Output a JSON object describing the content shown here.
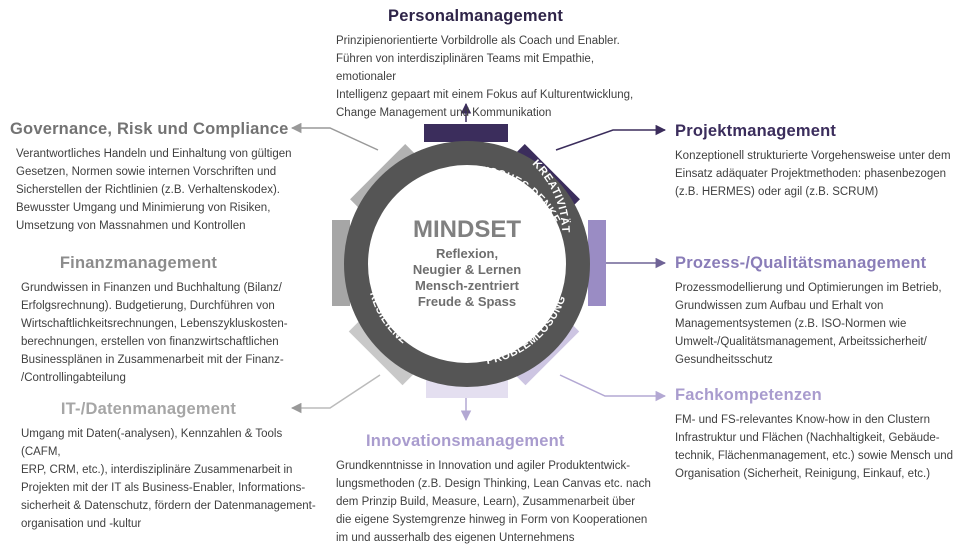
{
  "center": {
    "title": "MINDSET",
    "lines": [
      "Reflexion,",
      "Neugier & Lernen",
      "Mensch-zentriert",
      "Freude & Spass"
    ]
  },
  "ring_labels": {
    "top": "KRITISCHES UND ANALYTISCHES DENKEN",
    "right_top": "KREATIVITÄT",
    "right_bottom": "PROBLEMLÖSUNG",
    "left_bottom": "RESILIENZ"
  },
  "colors": {
    "dark_purple": "#3b2d5c",
    "medium_purple": "#9a8cc4",
    "light_purple": "#cdc5e2",
    "grey": "#a6a6a6",
    "ring": "#555555"
  },
  "sections": {
    "personal": {
      "title": "Personalmanagement",
      "text": "Prinzipienorientierte Vorbildrolle als Coach und Enabler.\nFühren von interdisziplinären Teams mit Empathie, emotionaler\nIntelligenz gepaart mit einem Fokus auf Kulturentwicklung,\nChange Management und Kommunikation"
    },
    "projekt": {
      "title": "Projektmanagement",
      "text": "Konzeptionell strukturierte Vorgehensweise unter dem\nEinsatz adäquater Projektmethoden: phasenbezogen\n(z.B. HERMES) oder agil (z.B. SCRUM)"
    },
    "prozess": {
      "title": "Prozess-/Qualitätsmanagement",
      "text": "Prozessmodellierung und Optimierungen im Betrieb,\nGrundwissen zum Aufbau und Erhalt von\nManagementsystemen (z.B. ISO-Normen wie\nUmwelt-/Qualitätsmanagement, Arbeitssicherheit/\nGesundheitsschutz"
    },
    "fach": {
      "title": "Fachkompetenzen",
      "text": "FM- und FS-relevantes Know-how in den Clustern\nInfrastruktur und Flächen (Nachhaltigkeit, Gebäude-\ntechnik, Flächenmanagement, etc.) sowie Mensch und\nOrganisation (Sicherheit, Reinigung, Einkauf, etc.)"
    },
    "innovation": {
      "title": "Innovationsmanagement",
      "text": "Grundkenntnisse in Innovation und agiler Produktentwick-\nlungsmethoden (z.B. Design Thinking, Lean Canvas etc. nach\ndem Prinzip Build, Measure, Learn), Zusammenarbeit über\ndie eigene Systemgrenze hinweg in Form von Kooperationen\nim und ausserhalb des eigenen Unternehmens"
    },
    "it": {
      "title": "IT-/Datenmanagement",
      "text": "Umgang mit Daten(-analysen), Kennzahlen & Tools (CAFM,\nERP, CRM, etc.), interdisziplinäre Zusammenarbeit in\nProjekten mit der IT als Business-Enabler, Informations-\nsicherheit & Datenschutz, fördern der Datenmanagement-\norganisation und -kultur"
    },
    "finanz": {
      "title": "Finanzmanagement",
      "text": "Grundwissen in Finanzen und Buchhaltung (Bilanz/\nErfolgsrechnung). Budgetierung, Durchführen von\nWirtschaftlichkeitsrechnungen, Lebenszykluskosten-\nberechnungen, erstellen von finanzwirtschaftlichen\nBusinessplänen in Zusammenarbeit mit der Finanz-\n/Controllingabteilung"
    },
    "governance": {
      "title": "Governance, Risk und Compliance",
      "text": "Verantwortliches Handeln und Einhaltung von gültigen\nGesetzen, Normen sowie internen Vorschriften und\nSicherstellen der Richtlinien (z.B. Verhaltenskodex).\nBewusster Umgang und Minimierung von Risiken,\nUmsetzung von Massnahmen und Kontrollen"
    }
  }
}
